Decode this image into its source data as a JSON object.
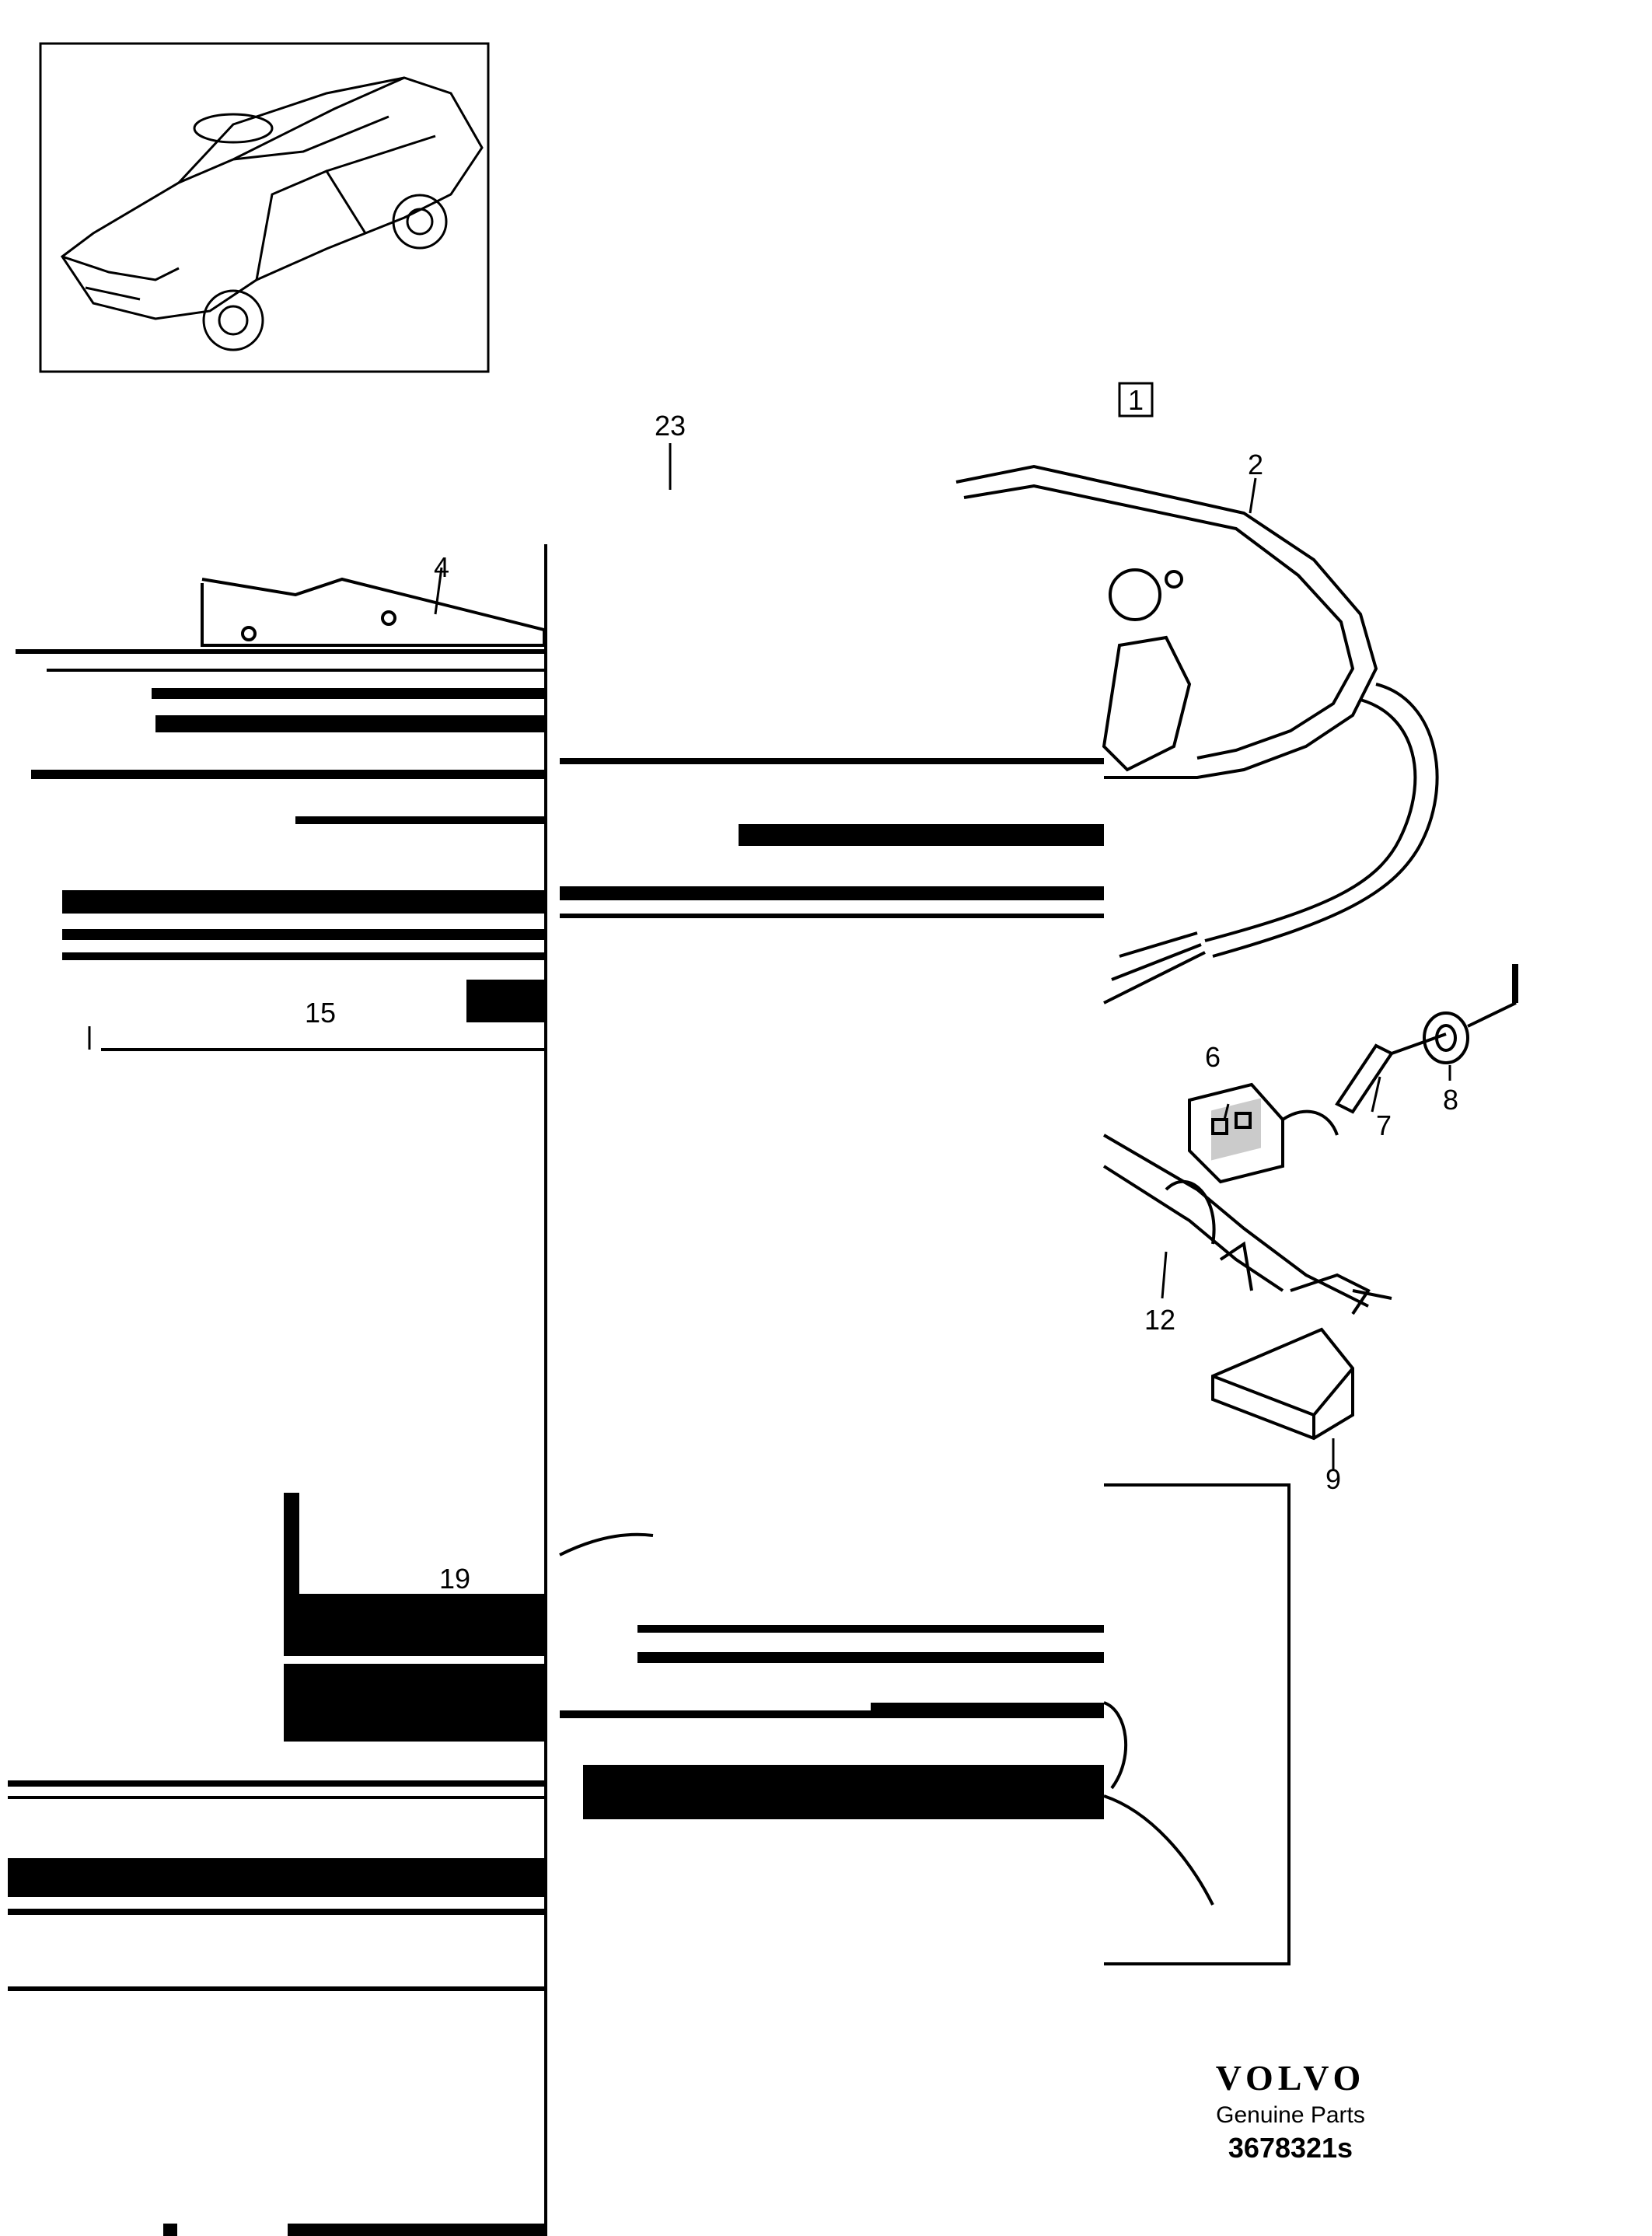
{
  "reference_box": {
    "label": "1"
  },
  "callouts": [
    {
      "id": "c23",
      "label": "23"
    },
    {
      "id": "c2",
      "label": "2"
    },
    {
      "id": "c4",
      "label": "4"
    },
    {
      "id": "c15",
      "label": "15"
    },
    {
      "id": "c6",
      "label": "6"
    },
    {
      "id": "c7",
      "label": "7"
    },
    {
      "id": "c8",
      "label": "8"
    },
    {
      "id": "c12",
      "label": "12"
    },
    {
      "id": "c9",
      "label": "9"
    },
    {
      "id": "c19",
      "label": "19"
    }
  ],
  "brand": {
    "logo": "VOLVO",
    "subtitle": "Genuine Parts",
    "part_number": "3678321s"
  },
  "colors": {
    "ink": "#000000",
    "paper": "#ffffff"
  }
}
